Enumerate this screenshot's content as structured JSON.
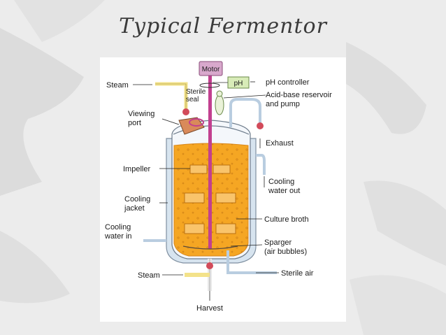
{
  "title": "Typical Fermentor",
  "labels": {
    "motor": "Motor",
    "ph_box": "pH",
    "ph_controller": "pH controller",
    "steam_top": "Steam",
    "sterile_seal": [
      "Sterile",
      "seal"
    ],
    "acid_base": [
      "Acid-base reservoir",
      "and pump"
    ],
    "viewing_port": [
      "Viewing",
      "port"
    ],
    "exhaust": "Exhaust",
    "impeller": "Impeller",
    "cooling_water_out": [
      "Cooling",
      "water out"
    ],
    "cooling_jacket": [
      "Cooling",
      "jacket"
    ],
    "culture_broth": "Culture broth",
    "cooling_water_in": [
      "Cooling",
      "water in"
    ],
    "sparger": [
      "Sparger",
      "(air bubbles)"
    ],
    "sterile_air": "Sterile air",
    "steam_bottom": "Steam",
    "harvest": "Harvest"
  },
  "colors": {
    "broth": "#f5a623",
    "broth_dark": "#d9861a",
    "vessel_wall": "#b9cde0",
    "shaft": "#c2408f",
    "motor": "#d8a8cc",
    "ph_box": "#d8ecb8",
    "steam_pipe": "#f3e28a",
    "valve": "#d24b5a"
  }
}
